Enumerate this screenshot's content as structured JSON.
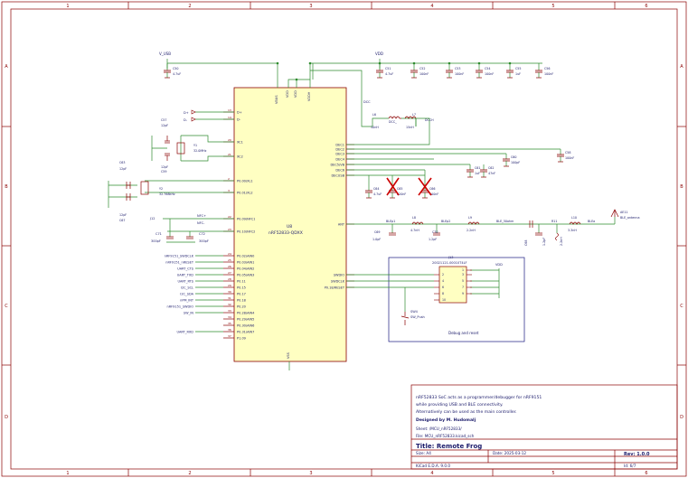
{
  "frame": {
    "col_numbers": [
      "1",
      "2",
      "3",
      "4",
      "5",
      "6"
    ],
    "row_letters": [
      "A",
      "B",
      "C",
      "D"
    ]
  },
  "colors": {
    "wire": "#2e8b2e",
    "component": "#8b0000",
    "ic_fill": "#ffffc2",
    "frame": "#8b0000",
    "text": "#1b1b6b",
    "junction": "#2e8b2e",
    "dnp": "#cc0000",
    "debug_box": "#1a1a80"
  },
  "power": {
    "vusb_top": "V_USB",
    "vdd_top": "VDD",
    "vdd_debug": "VDD"
  },
  "caps_top": [
    {
      "ref": "C50",
      "val": "4.7uF"
    },
    {
      "ref": "C51",
      "val": "4.7uF"
    },
    {
      "ref": "C52",
      "val": "100nF"
    },
    {
      "ref": "C53",
      "val": "100nF"
    },
    {
      "ref": "C54",
      "val": "100nF"
    },
    {
      "ref": "C55",
      "val": "1uF"
    },
    {
      "ref": "C56",
      "val": "100nF"
    }
  ],
  "dcdc": {
    "dcc_label": "DCC",
    "l6_ref": "L6",
    "l6_val": "10nH",
    "l7_ref": "L7",
    "l7_val": "15nH",
    "dcc1_net": "DCC_",
    "dcch_net": "DCCH",
    "c58_ref": "C58",
    "c58_val": "100nF",
    "c60_ref": "C60",
    "c60_val": "100pF",
    "c61_ref": "C61",
    "c61_val": "1uF",
    "c62_ref": "C62",
    "c62_val": "47nF",
    "c64_ref": "C64",
    "c64_val": "4.7uF",
    "c65_ref": "C65",
    "c65_val": "820nF",
    "c66_ref": "C66",
    "c66_val": "100nF"
  },
  "crystal": {
    "c57_ref": "C57",
    "c57_val": "12pF",
    "c59_ref": "C59",
    "c59_val": "12pF",
    "y1_ref": "Y1",
    "y1_val": "32.0MHz",
    "c63_ref": "C63",
    "c63_val": "12pF",
    "c67_ref": "C67",
    "c67_val": "12pF",
    "y2_ref": "Y2",
    "y2_val": "32.768kHz"
  },
  "usb_pins": {
    "dp": "D+",
    "dm": "D-",
    "dp_net": "D+",
    "dm_net": "D-"
  },
  "nfc": {
    "j12": "J12",
    "nfc_p": "NFC+",
    "nfc_m": "NFC-",
    "c71_ref": "C71",
    "c71_val": "300pF",
    "c72_ref": "C72",
    "c72_val": "300pF"
  },
  "ic": {
    "ref": "U8",
    "value": "nRF52833-QDXX",
    "top_pins": [
      "VBUS",
      "VDD",
      "VDD",
      "VDDH"
    ],
    "bottom_pin": "VSS",
    "left_pins": [
      {
        "num": "13",
        "name": "D+"
      },
      {
        "num": "14",
        "name": "D-"
      },
      {
        "num": "20",
        "name": "XC1"
      },
      {
        "num": "21",
        "name": "XC2"
      },
      {
        "num": "2",
        "name": "P0.00/XL1"
      },
      {
        "num": "3",
        "name": "P0.01/XL2"
      },
      {
        "num": "22",
        "name": "P0.09/NFC1"
      },
      {
        "num": "23",
        "name": "P0.10/NFC2"
      },
      {
        "num": "24",
        "name": "P0.02/AIN0"
      },
      {
        "num": "25",
        "name": "P0.03/AIN1"
      },
      {
        "num": "26",
        "name": "P0.04/AIN2"
      },
      {
        "num": "27",
        "name": "P0.05/AIN3"
      },
      {
        "num": "28",
        "name": "P0.11"
      },
      {
        "num": "29",
        "name": "P0.15"
      },
      {
        "num": "30",
        "name": "P0.17"
      },
      {
        "num": "31",
        "name": "P0.18"
      },
      {
        "num": "32",
        "name": "P0.20"
      },
      {
        "num": "33",
        "name": "P0.28/AIN4"
      },
      {
        "num": "34",
        "name": "P0.29/AIN5"
      },
      {
        "num": "35",
        "name": "P0.30/AIN6"
      },
      {
        "num": "36",
        "name": "P0.31/AIN7"
      },
      {
        "num": "37",
        "name": "P1.09"
      }
    ],
    "right_pins": [
      {
        "name": "DEC1"
      },
      {
        "name": "DEC2"
      },
      {
        "name": "DEC3"
      },
      {
        "name": "DEC4"
      },
      {
        "name": "DEC5/VB"
      },
      {
        "name": "DEC6"
      },
      {
        "name": "DECUSB"
      },
      {
        "name": "ANT"
      },
      {
        "name": "SWDIO"
      },
      {
        "name": "SWDCLK"
      },
      {
        "name": "P0.18/RESET"
      }
    ]
  },
  "net_labels_left": [
    "nRF9151_SWDCLK",
    "nRF9151_nRESET",
    "UART_CTS",
    "UART_TXD",
    "UART_RTS",
    "I2C_SCL",
    "I2C_SDA",
    "nPM_INT",
    "nRF9151_SWDIO",
    "SW_IN",
    "",
    "UART_RXD"
  ],
  "rf": {
    "c69_ref": "C69",
    "c69_val": "1.0pF",
    "l8_ref": "L8",
    "l8_val": "4.7nH",
    "c70_ref": "C70",
    "c70_val": "1.2pF",
    "l9_ref": "L9",
    "l9_val": "2.2nH",
    "l10_ref": "L10",
    "l10_val": "3.3nH",
    "c68_ref": "C68",
    "c68_val": "1.2pF",
    "r11_ref": "R11",
    "r11_val": "2.2nH",
    "net1": "BLEp1",
    "net2": "BLEp2",
    "net3": "BLE_50ohm",
    "net4": "BLEa",
    "ant_ref": "AE11",
    "ant_val": "BLE_antenna"
  },
  "debug": {
    "conn_ref": "J13",
    "conn_val": "20021121-00010T4LF",
    "caption": "Debug and reset",
    "sw_ref": "SW4",
    "sw_val": "SW_Push",
    "left_pins": [
      "2",
      "4",
      "6",
      "8",
      "10"
    ],
    "right_pins": [
      "1",
      "3",
      "5",
      "7",
      "9"
    ]
  },
  "notes": {
    "line1": "nRF52833 SoC acts as a programmer/debugger for nRF9151",
    "line2": "while providing USB and BLE connectivity.",
    "line3": "Alternatively can be used as the main controller.",
    "designer": "Designed by M. Hudomalj"
  },
  "titleblock": {
    "sheet": "Sheet: /MCU_nRF52833/",
    "file": "File: MCU_nRF52833.kicad_sch",
    "title": "Title: Remote Frog",
    "size": "Size: A4",
    "date": "Date: 2025-03-12",
    "rev": "Rev: 1.0.0",
    "tool": "KiCad E.D.A. 9.0.0",
    "id": "Id: 6/7"
  }
}
